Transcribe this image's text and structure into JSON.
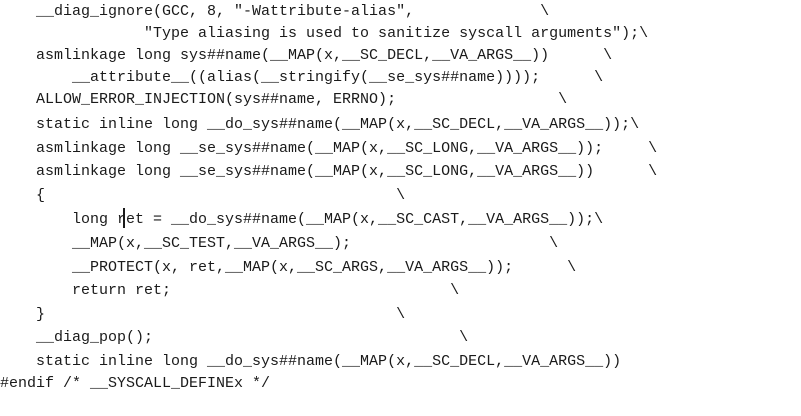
{
  "editor": {
    "lines": [
      "    __diag_ignore(GCC, 8, \"-Wattribute-alias\",              \\",
      "                \"Type aliasing is used to sanitize syscall arguments\");\\",
      "    asmlinkage long sys##name(__MAP(x,__SC_DECL,__VA_ARGS__))      \\",
      "        __attribute__((alias(__stringify(__se_sys##name))));      \\",
      "    ALLOW_ERROR_INJECTION(sys##name, ERRNO);                  \\",
      "    static inline long __do_sys##name(__MAP(x,__SC_DECL,__VA_ARGS__));\\",
      "    asmlinkage long __se_sys##name(__MAP(x,__SC_LONG,__VA_ARGS__));     \\",
      "    asmlinkage long __se_sys##name(__MAP(x,__SC_LONG,__VA_ARGS__))      \\",
      "    {                                       \\",
      "        long ret = __do_sys##name(__MAP(x,__SC_CAST,__VA_ARGS__));\\",
      "        __MAP(x,__SC_TEST,__VA_ARGS__);                      \\",
      "        __PROTECT(x, ret,__MAP(x,__SC_ARGS,__VA_ARGS__));      \\",
      "        return ret;                               \\",
      "    }                                       \\",
      "    __diag_pop();                                  \\",
      "    static inline long __do_sys##name(__MAP(x,__SC_DECL,__VA_ARGS__))",
      "#endif /* __SYSCALL_DEFINEx */"
    ]
  },
  "colors": {
    "text": "#1a1a1a",
    "background": "#ffffff"
  }
}
